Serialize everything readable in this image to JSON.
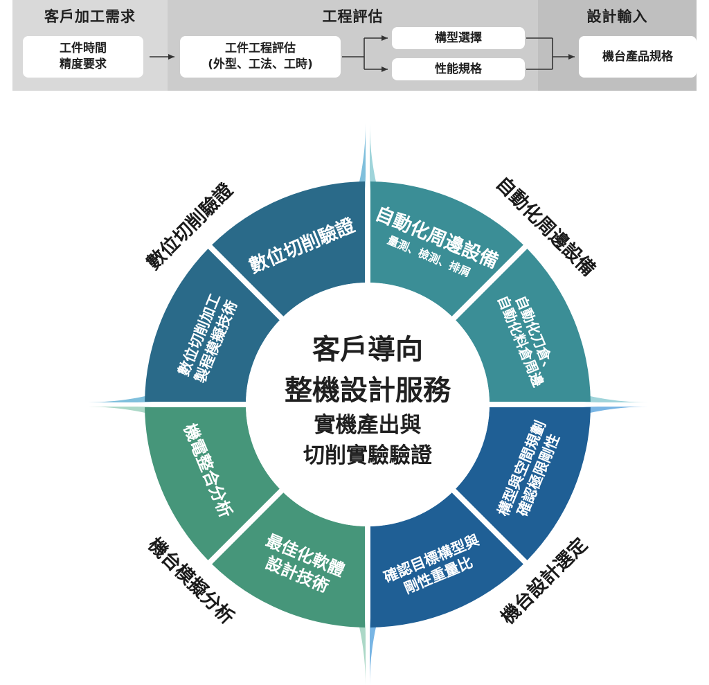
{
  "flow": {
    "stage1": {
      "title": "客戶加工需求",
      "box": [
        "工件時間",
        "精度要求"
      ]
    },
    "stage2": {
      "title": "工程評估",
      "box": [
        "工件工程評估",
        "(外型、工法、工時)"
      ],
      "option_top": "構型選擇",
      "option_bottom": "性能規格"
    },
    "stage3": {
      "title": "設計輸入",
      "box": [
        "機台產品規格"
      ]
    },
    "colors": {
      "band1": "#d9d9d9",
      "band2": "#cccccc",
      "band3": "#bfbfbf",
      "arrow": "#333333"
    }
  },
  "center": {
    "line1": "客戶導向",
    "line2": "整機設計服務",
    "line3": "實機產出與",
    "line4": "切削實驗驗證"
  },
  "outer_ring": {
    "top_left": "數位切削驗證",
    "top_right": "自動化周邊設備",
    "bottom_right": "機台設計選定",
    "bottom_left": "機台模擬分析"
  },
  "inner_ring": {
    "s1": {
      "lines": [
        "數位切削驗證"
      ]
    },
    "s2": {
      "lines": [
        "自動化周邊設備"
      ],
      "sub": "量測、檢測、排屑"
    },
    "s3": {
      "lines": [
        "自動化刀倉、",
        "自動化料倉周邊"
      ]
    },
    "s4": {
      "lines": [
        "構型與空間規劃",
        "確認極限剛性"
      ]
    },
    "s5": {
      "lines": [
        "確認目標構型與",
        "剛性重量比"
      ]
    },
    "s6": {
      "lines": [
        "最佳化軟體",
        "設計技術"
      ]
    },
    "s7": {
      "lines": [
        "機電整合分析"
      ]
    },
    "s8": {
      "lines": [
        "數位切削加工",
        "製程模擬技術"
      ]
    }
  },
  "colors": {
    "outer_top_left": "#7fbfdc",
    "outer_top_right": "#9fd4da",
    "outer_bottom_right": "#78b5e4",
    "outer_bottom_left": "#abd8c7",
    "inner_top_left": "#2a6a89",
    "inner_top_right": "#3b8e96",
    "inner_bottom_right": "#1f5f95",
    "inner_bottom_left": "#46967a",
    "outer_text": "#1a1a1a",
    "inner_text": "#ffffff",
    "center_text": "#1f1f1f"
  }
}
